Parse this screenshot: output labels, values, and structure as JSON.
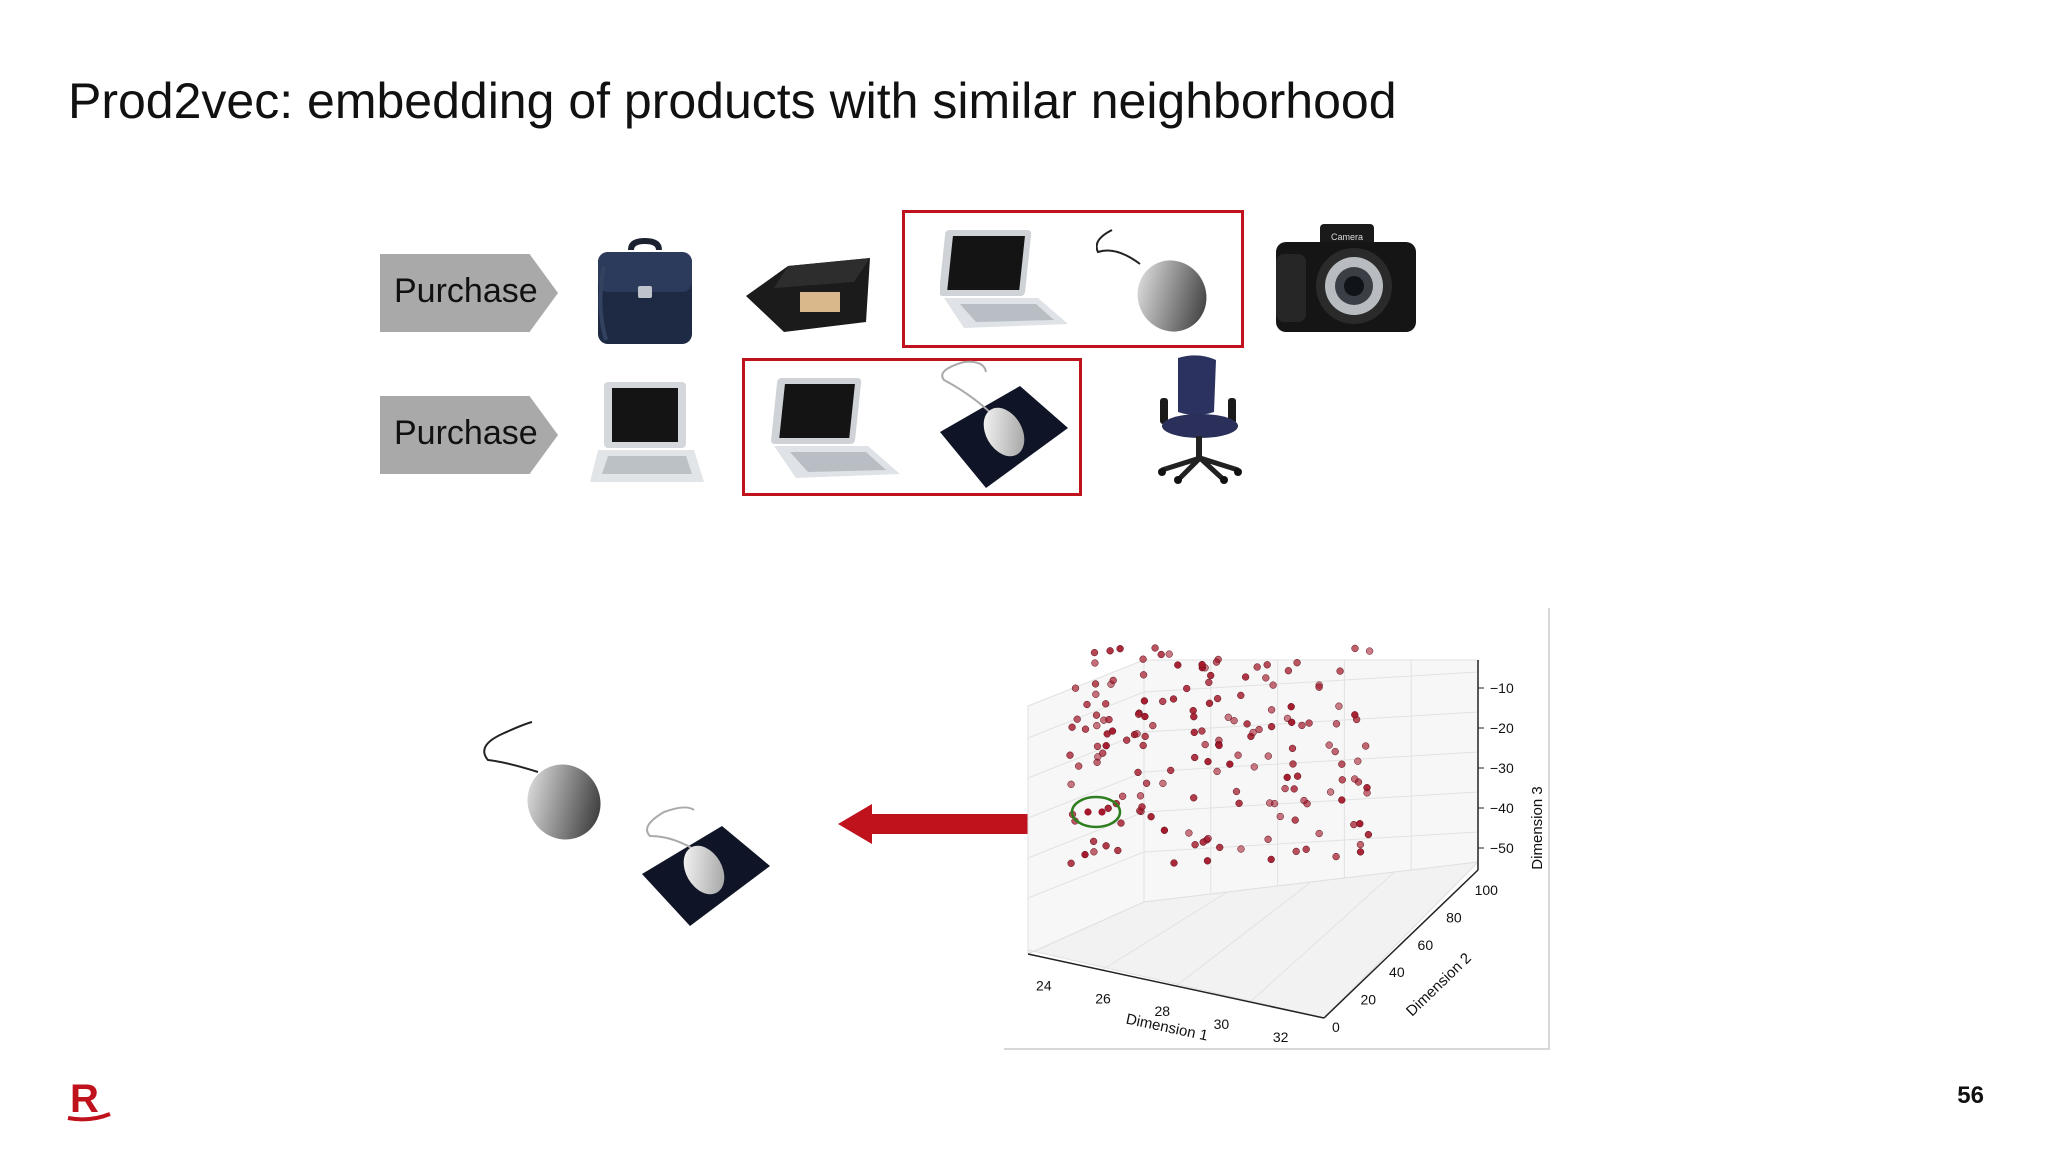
{
  "slide": {
    "title": "Prod2vec: embedding of products with similar neighborhood",
    "page_number": "56",
    "accent_color": "#c0121c",
    "logo_letter": "R"
  },
  "sequences": [
    {
      "label": "Purchase",
      "items": [
        "briefcase-icon",
        "wallet-icon",
        "laptop-icon",
        "mouse-icon",
        "camera-icon"
      ]
    },
    {
      "label": "Purchase",
      "items": [
        "laptop-icon",
        "laptop-icon",
        "mouse-on-pad-icon",
        "office-chair-icon"
      ]
    }
  ],
  "camera_text": "Camera",
  "chart_data": {
    "type": "scatter",
    "xlabel": "Dimension 1",
    "ylabel": "Dimension 2",
    "zlabel": "Dimension 3",
    "x_ticks": [
      "24",
      "26",
      "28",
      "30",
      "32"
    ],
    "y_ticks": [
      "0",
      "20",
      "40",
      "60",
      "80",
      "100"
    ],
    "z_ticks": [
      "−10",
      "−20",
      "−30",
      "−40",
      "−50"
    ],
    "point_color": "#a3182a",
    "highlight_color": "#2e7d1f"
  }
}
